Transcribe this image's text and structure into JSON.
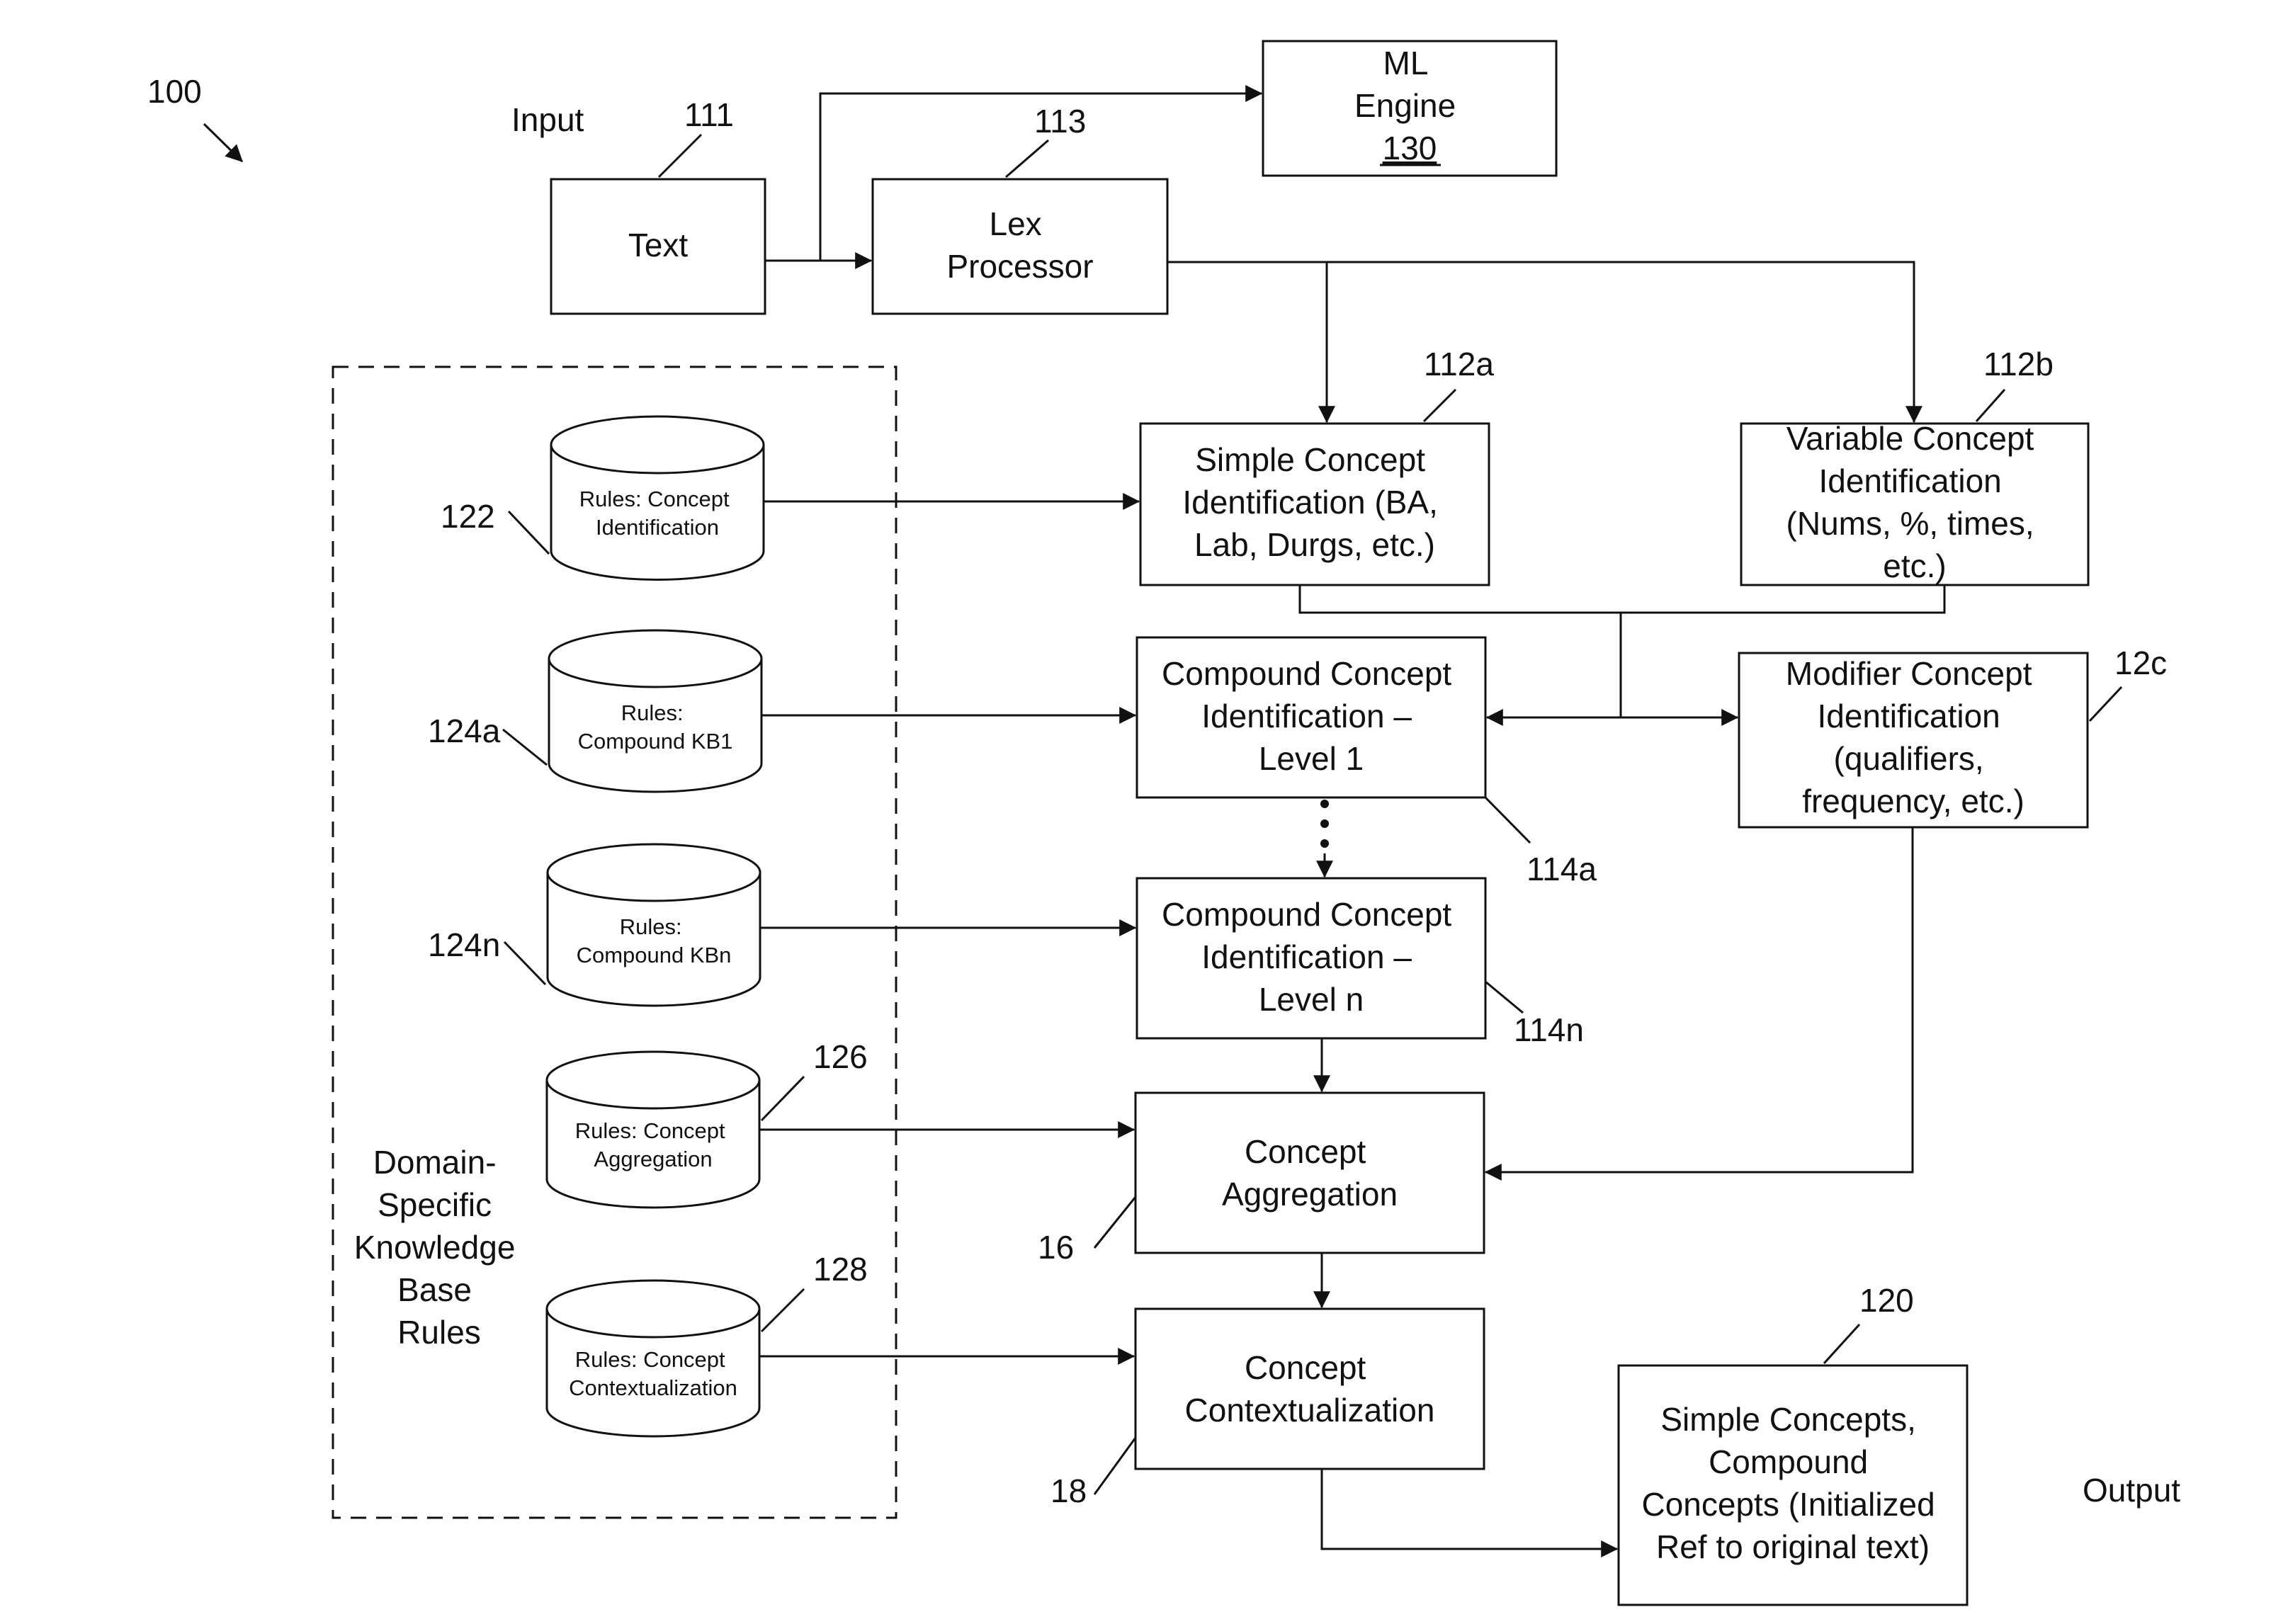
{
  "figure_ref": "100",
  "input_label": "Input",
  "output_label": "Output",
  "boxes": {
    "text": {
      "lines": [
        "Text"
      ],
      "ref": "111"
    },
    "lex": {
      "lines": [
        "Lex",
        "Processor"
      ],
      "ref": "113"
    },
    "ml": {
      "lines": [
        "ML",
        "Engine",
        "130"
      ]
    },
    "simple": {
      "lines": [
        "Simple Concept",
        "Identification (BA,",
        "Lab, Durgs, etc.)"
      ],
      "ref": "112a"
    },
    "variable": {
      "lines": [
        "Variable Concept",
        "Identification",
        "(Nums, %, times,",
        "etc.)"
      ],
      "ref": "112b"
    },
    "compound1": {
      "lines": [
        "Compound Concept",
        "Identification –",
        "Level 1"
      ],
      "ref": "114a"
    },
    "modifier": {
      "lines": [
        "Modifier Concept",
        "Identification",
        "(qualifiers,",
        "frequency, etc.)"
      ],
      "ref": "12c"
    },
    "compoundn": {
      "lines": [
        "Compound Concept",
        "Identification –",
        "Level n"
      ],
      "ref": "114n"
    },
    "aggregation": {
      "lines": [
        "Concept",
        "Aggregation"
      ],
      "ref": "16"
    },
    "contextualization": {
      "lines": [
        "Concept",
        "Contextualization"
      ],
      "ref": "18"
    },
    "output": {
      "lines": [
        "Simple Concepts,",
        "Compound",
        "Concepts (Initialized",
        "Ref to original text)"
      ],
      "ref": "120"
    }
  },
  "knowledge_base": {
    "title_lines": [
      "Domain-",
      "Specific",
      "Knowledge",
      "Base",
      "Rules"
    ],
    "rules": [
      {
        "lines": [
          "Rules: Concept",
          "Identification"
        ],
        "ref": "122"
      },
      {
        "lines": [
          "Rules:",
          "Compound KB1"
        ],
        "ref": "124a"
      },
      {
        "lines": [
          "Rules:",
          "Compound KBn"
        ],
        "ref": "124n"
      },
      {
        "lines": [
          "Rules: Concept",
          "Aggregation"
        ],
        "ref": "126"
      },
      {
        "lines": [
          "Rules: Concept",
          "Contextualization"
        ],
        "ref": "128"
      }
    ]
  }
}
